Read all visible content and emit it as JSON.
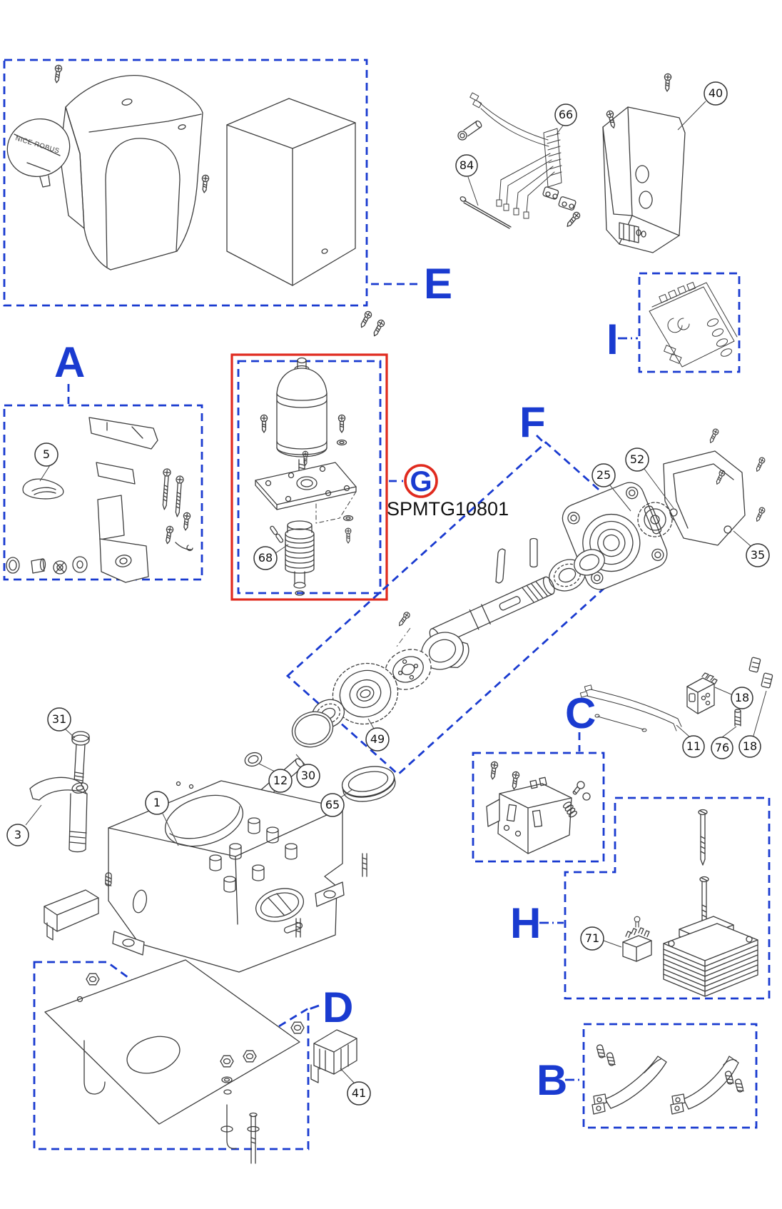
{
  "diagram": {
    "title": "exploded-parts-diagram",
    "product_code": "SPMTG10801",
    "cover_logo": "NICE ROBUS",
    "colors": {
      "box_blue": "#1a3bd0",
      "highlight_red": "#e02a1e",
      "line": "#3d3d3d",
      "text": "#111111"
    },
    "section_labels": {
      "A": "A",
      "B": "B",
      "C": "C",
      "D": "D",
      "E": "E",
      "F": "F",
      "G": "G",
      "H": "H",
      "I": "I"
    },
    "callouts": {
      "n1": "1",
      "n3": "3",
      "n5": "5",
      "n11": "11",
      "n12": "12",
      "n18a": "18",
      "n18b": "18",
      "n25": "25",
      "n30": "30",
      "n31": "31",
      "n35": "35",
      "n40": "40",
      "n41": "41",
      "n49": "49",
      "n52": "52",
      "n65": "65",
      "n66": "66",
      "n68": "68",
      "n71": "71",
      "n76": "76",
      "n84": "84"
    }
  }
}
